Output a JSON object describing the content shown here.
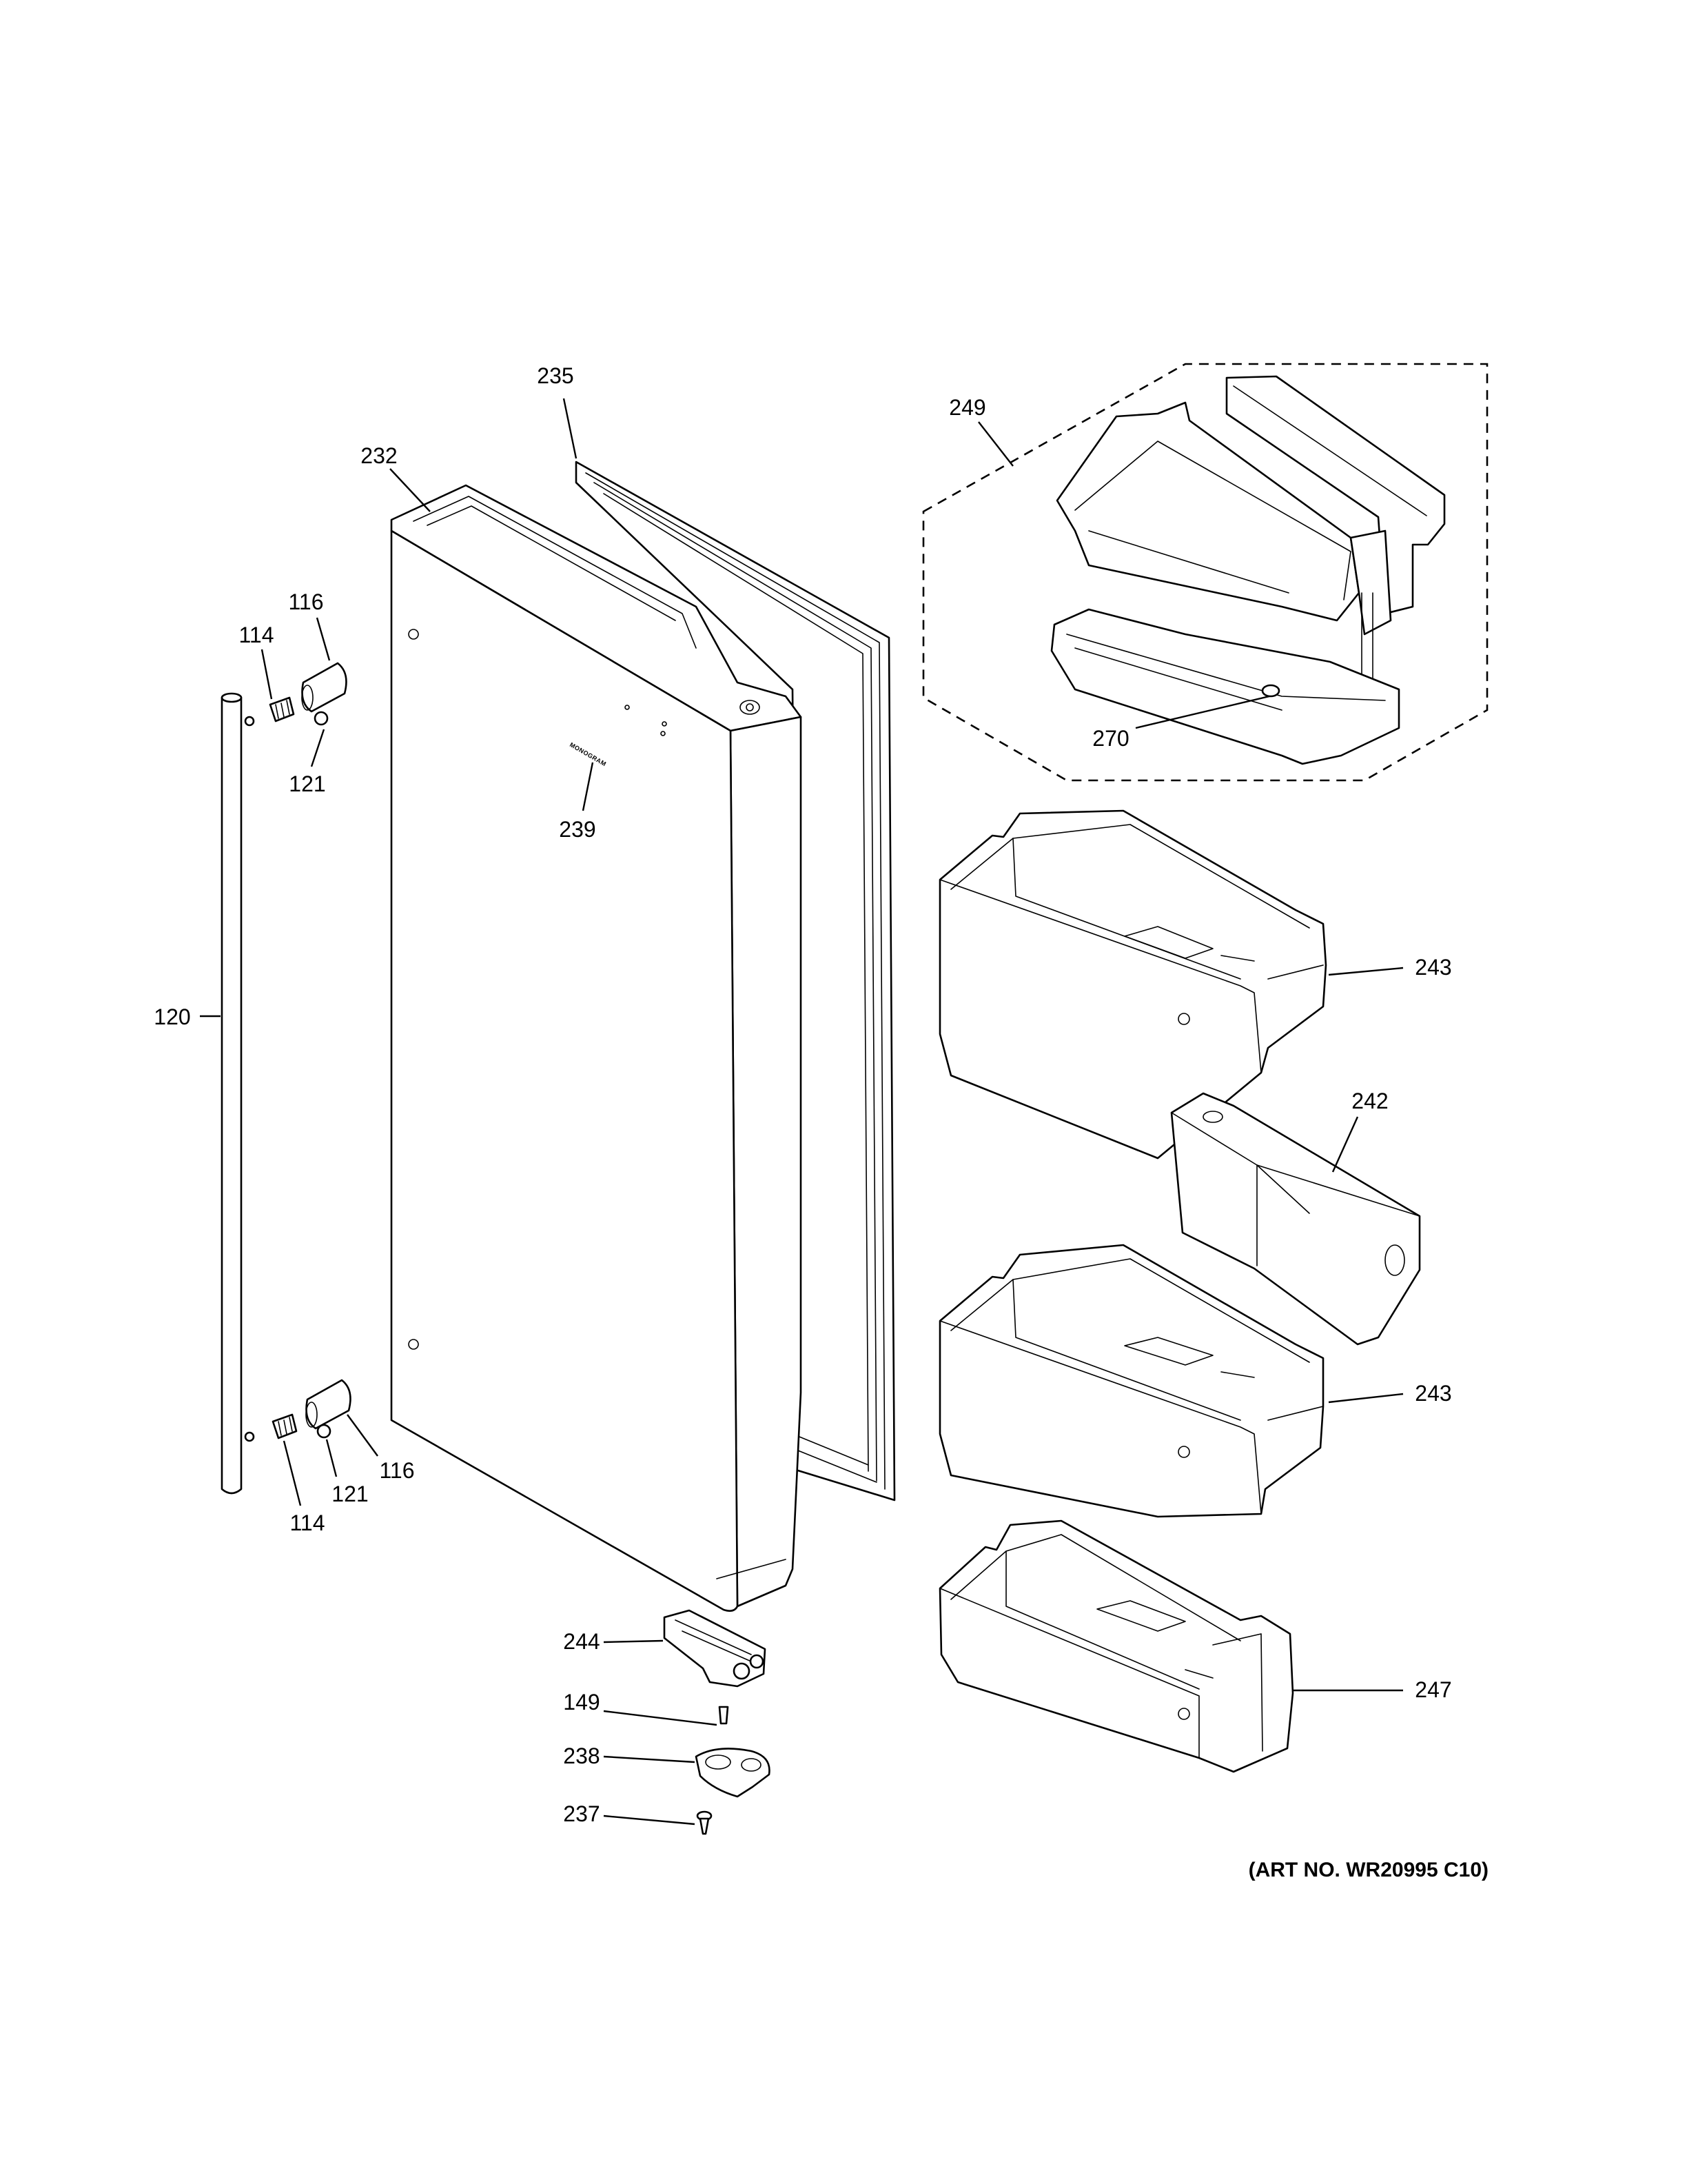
{
  "callouts": {
    "c235": "235",
    "c232": "232",
    "c249": "249",
    "c116_top": "116",
    "c114_top": "114",
    "c121_top": "121",
    "c239": "239",
    "c270": "270",
    "c243_top": "243",
    "c120": "120",
    "c242": "242",
    "c243_bottom": "243",
    "c116_bottom": "116",
    "c121_bottom": "121",
    "c114_bottom": "114",
    "c247": "247",
    "c244": "244",
    "c149": "149",
    "c238": "238",
    "c237": "237"
  },
  "door_logo": "MONOGRAM",
  "art_number": "(ART NO. WR20995 C10)"
}
